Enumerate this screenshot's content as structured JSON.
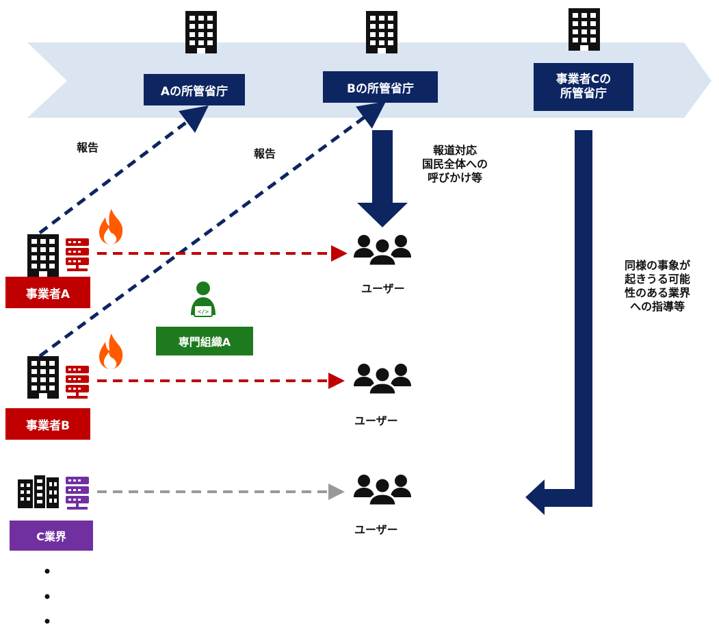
{
  "agencies": {
    "a": "Aの所管省庁",
    "b": "Bの所管省庁",
    "c": "事業者Cの\n所管省庁"
  },
  "reports": {
    "r1": "報告",
    "r2": "報告"
  },
  "notes": {
    "press": "報道対応\n国民全体への\n呼びかけ等",
    "guidance": "同様の事象が\n起きうる可能\n性のある業界\nへの指導等"
  },
  "entities": {
    "operator_a": "事業者A",
    "operator_b": "事業者B",
    "industry_c": "C業界",
    "specialist": "専門組織A"
  },
  "users": {
    "u1": "ユーザー",
    "u2": "ユーザー",
    "u3": "ユーザー"
  },
  "colors": {
    "band": "#dbe5f1",
    "navy": "#0d2561",
    "red": "#c00000",
    "gray": "#999999",
    "purple": "#7030a0",
    "green": "#1e7a1e",
    "flame": "#ff5a00"
  },
  "icons": [
    "building-icon",
    "server-icon",
    "flame-icon",
    "users-icon",
    "developer-icon",
    "city-icon"
  ]
}
